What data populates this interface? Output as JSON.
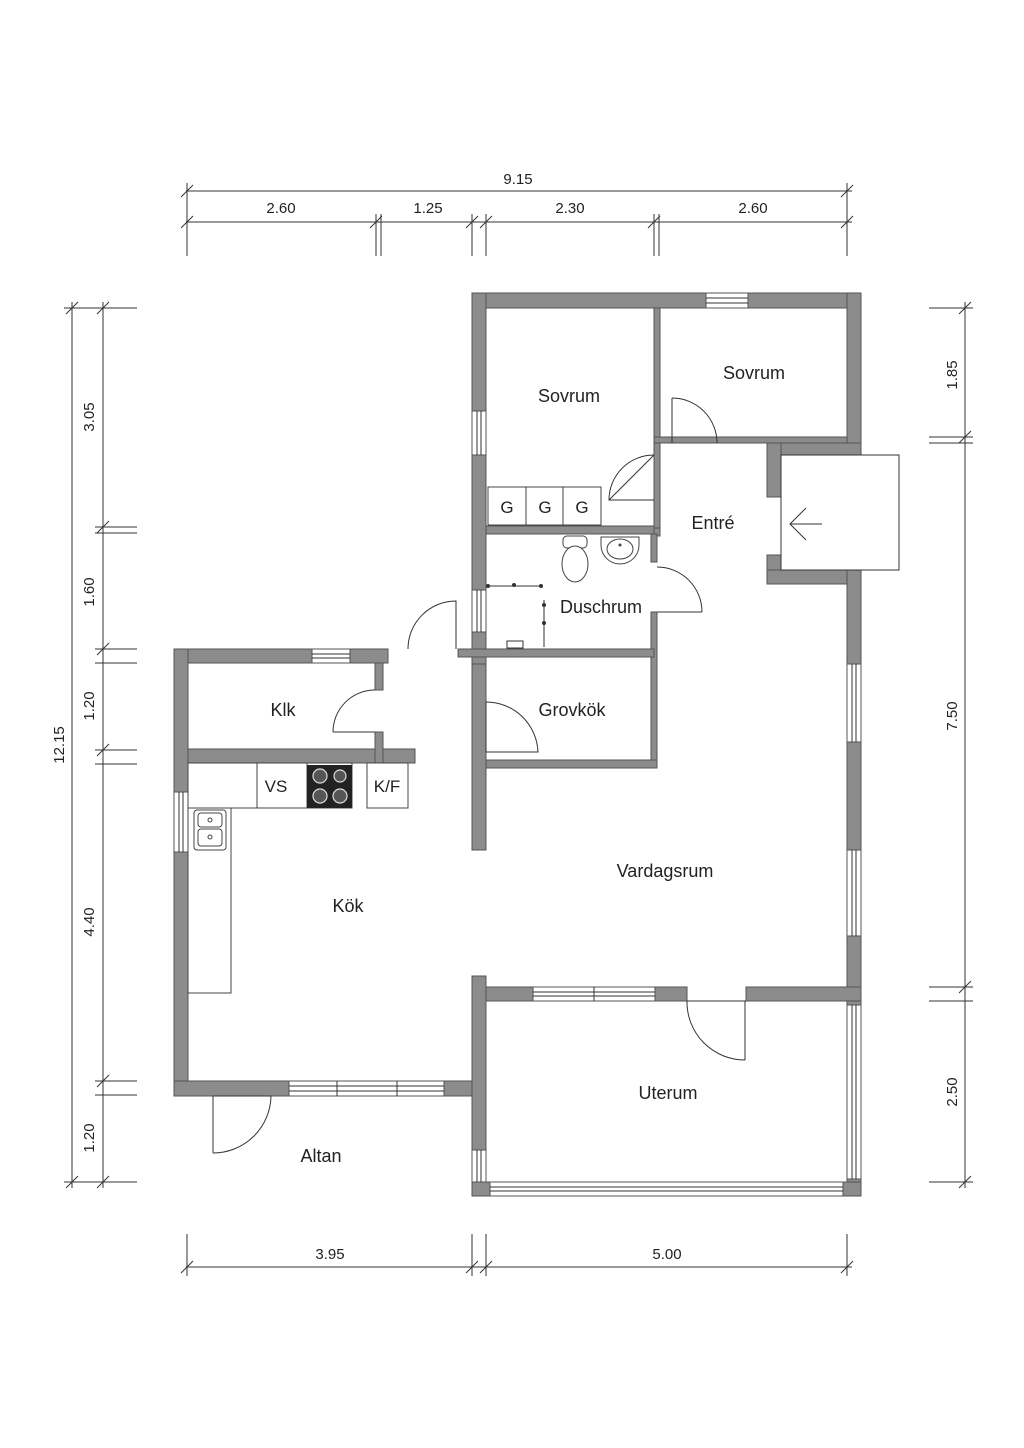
{
  "colors": {
    "wall": "#8c8c8c",
    "wall_outline": "#555555",
    "line": "#333333",
    "text": "#222222"
  },
  "rooms": {
    "sovrum_1": "Sovrum",
    "sovrum_2": "Sovrum",
    "entre": "Entré",
    "duschrum": "Duschrum",
    "grovkok": "Grovkök",
    "klk": "Klk",
    "kok": "Kök",
    "vardagsrum": "Vardagsrum",
    "uterum": "Uterum",
    "altan": "Altan"
  },
  "fixtures": {
    "wardrobe": [
      "G",
      "G",
      "G"
    ],
    "vs": "VS",
    "kf": "K/F"
  },
  "dimensions": {
    "top_total": "9.15",
    "top_segments": [
      "2.60",
      "1.25",
      "2.30",
      "2.60"
    ],
    "left_total": "12.15",
    "left_segments": [
      "3.05",
      "1.60",
      "1.20",
      "4.40",
      "1.20"
    ],
    "right_segments": [
      "1.85",
      "7.50",
      "2.50"
    ],
    "bottom_segments": [
      "3.95",
      "5.00"
    ]
  },
  "icons": {
    "entrance": "arrow-left-icon"
  }
}
